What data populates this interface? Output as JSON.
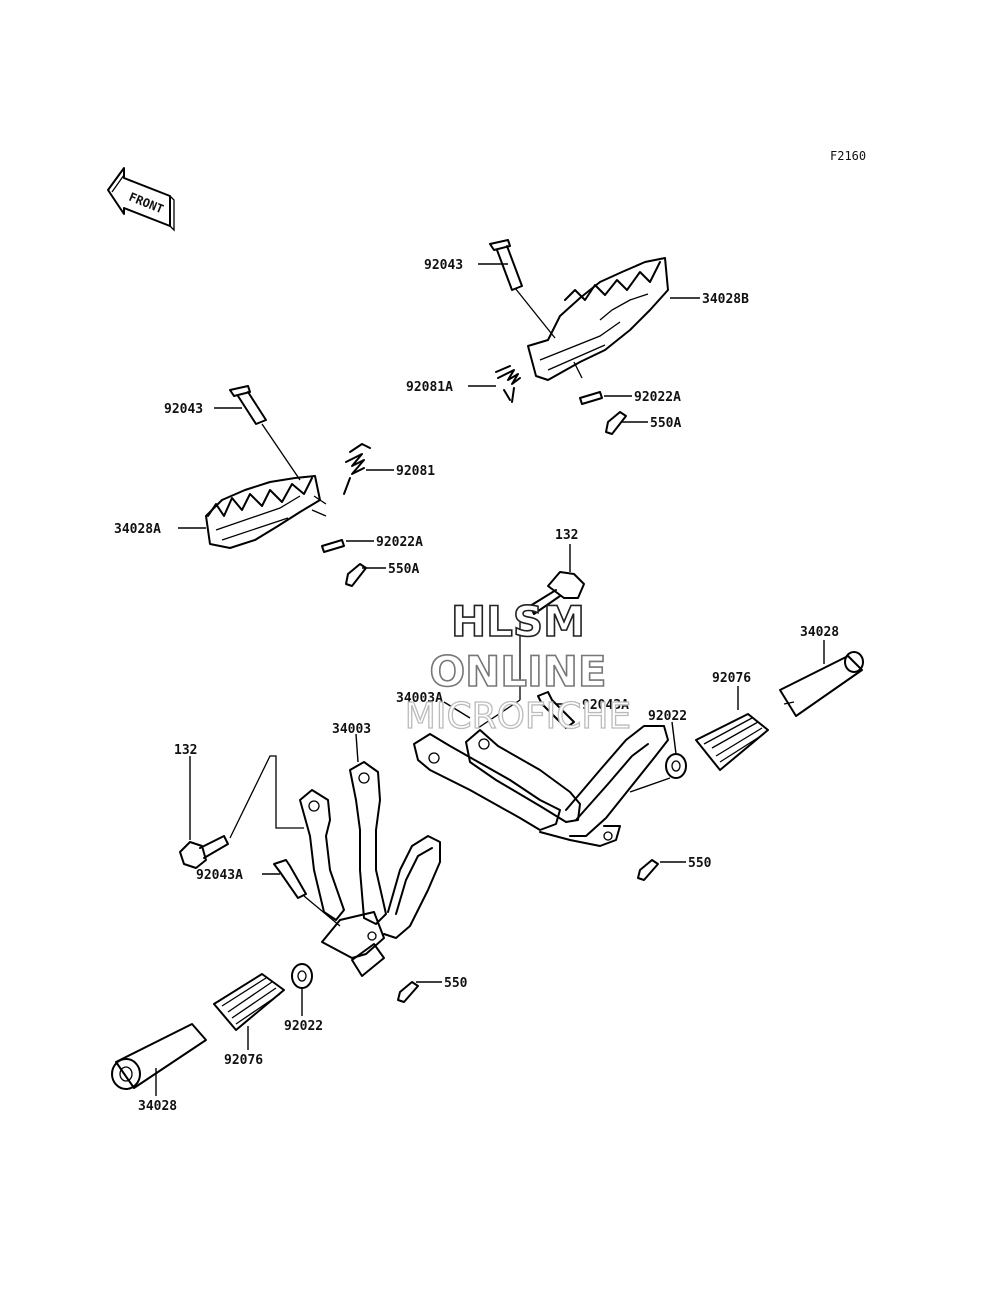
{
  "diagram_code": "F2160",
  "front_arrow_text": "FRONT",
  "watermark": {
    "line1": "HLSM",
    "line2": "ONLINE",
    "line3": "MICROFICHE"
  },
  "callouts": {
    "c92043_top": "92043",
    "c34028B": "34028B",
    "c92081A": "92081A",
    "c92022A_top": "92022A",
    "c550A_top": "550A",
    "c92043_left": "92043",
    "c92081": "92081",
    "c34028A": "34028A",
    "c92022A_left": "92022A",
    "c550A_left": "550A",
    "c132_top": "132",
    "c34028_right": "34028",
    "c92076_right": "92076",
    "c34003A": "34003A",
    "c92043A_right": "92043A",
    "c92022_right": "92022",
    "c34003": "34003",
    "c132_left": "132",
    "c92043A_left": "92043A",
    "c550_right": "550",
    "c550_left": "550",
    "c92022_left": "92022",
    "c92076_left": "92076",
    "c34028_left": "34028"
  }
}
